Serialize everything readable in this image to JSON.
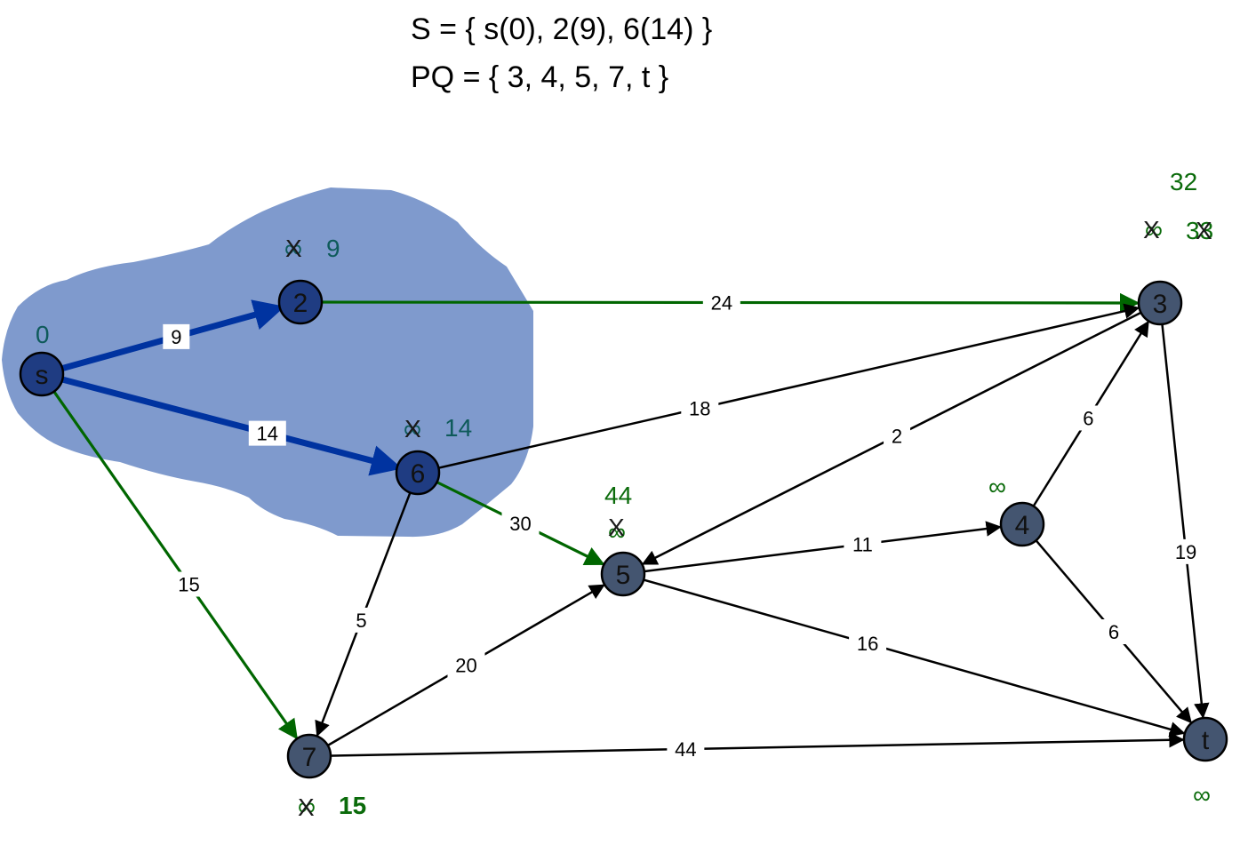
{
  "header": {
    "s_line": "S = { s(0), 2(9), 6(14) }",
    "pq_line": "PQ = { 3, 4, 5, 7, t }"
  },
  "colors": {
    "blob": "#7f9acd",
    "node_fill": "#445570",
    "node_fill_in_set": "#1f3c82",
    "edge_tree": "#0033a0",
    "edge_relaxed": "#006600",
    "edge_default": "#000000",
    "dist_dark": "#0e5a5a",
    "dist_green": "#0b6b0b"
  },
  "nodes": [
    {
      "id": "s",
      "label": "s",
      "in_set": true
    },
    {
      "id": "2",
      "label": "2",
      "in_set": true
    },
    {
      "id": "6",
      "label": "6",
      "in_set": true
    },
    {
      "id": "3",
      "label": "3",
      "in_set": false
    },
    {
      "id": "5",
      "label": "5",
      "in_set": false
    },
    {
      "id": "4",
      "label": "4",
      "in_set": false
    },
    {
      "id": "7",
      "label": "7",
      "in_set": false
    },
    {
      "id": "t",
      "label": "t",
      "in_set": false
    }
  ],
  "edges": [
    {
      "from": "s",
      "to": "2",
      "weight": "9",
      "state": "tree"
    },
    {
      "from": "s",
      "to": "6",
      "weight": "14",
      "state": "tree"
    },
    {
      "from": "s",
      "to": "7",
      "weight": "15",
      "state": "relaxed"
    },
    {
      "from": "2",
      "to": "3",
      "weight": "24",
      "state": "relaxed"
    },
    {
      "from": "6",
      "to": "3",
      "weight": "18",
      "state": "default"
    },
    {
      "from": "6",
      "to": "5",
      "weight": "30",
      "state": "relaxed"
    },
    {
      "from": "6",
      "to": "7",
      "weight": "5",
      "state": "default"
    },
    {
      "from": "3",
      "to": "5",
      "weight": "2",
      "state": "default"
    },
    {
      "from": "3",
      "to": "t",
      "weight": "19",
      "state": "default"
    },
    {
      "from": "4",
      "to": "3",
      "weight": "6",
      "state": "default"
    },
    {
      "from": "4",
      "to": "t",
      "weight": "6",
      "state": "default"
    },
    {
      "from": "5",
      "to": "4",
      "weight": "11",
      "state": "default"
    },
    {
      "from": "5",
      "to": "t",
      "weight": "16",
      "state": "default"
    },
    {
      "from": "7",
      "to": "5",
      "weight": "20",
      "state": "default"
    },
    {
      "from": "7",
      "to": "t",
      "weight": "44",
      "state": "default"
    }
  ],
  "distances": {
    "s": {
      "value": "0"
    },
    "2": {
      "old": "∞",
      "value": "9"
    },
    "6": {
      "old": "∞",
      "value": "14"
    },
    "3": {
      "old": "∞",
      "struck": "33",
      "value": "32"
    },
    "5": {
      "old": "∞",
      "value": "44"
    },
    "4": {
      "value": "∞"
    },
    "7": {
      "old": "∞",
      "value": "15"
    },
    "t": {
      "value": "∞"
    }
  },
  "struck_mark": "X"
}
